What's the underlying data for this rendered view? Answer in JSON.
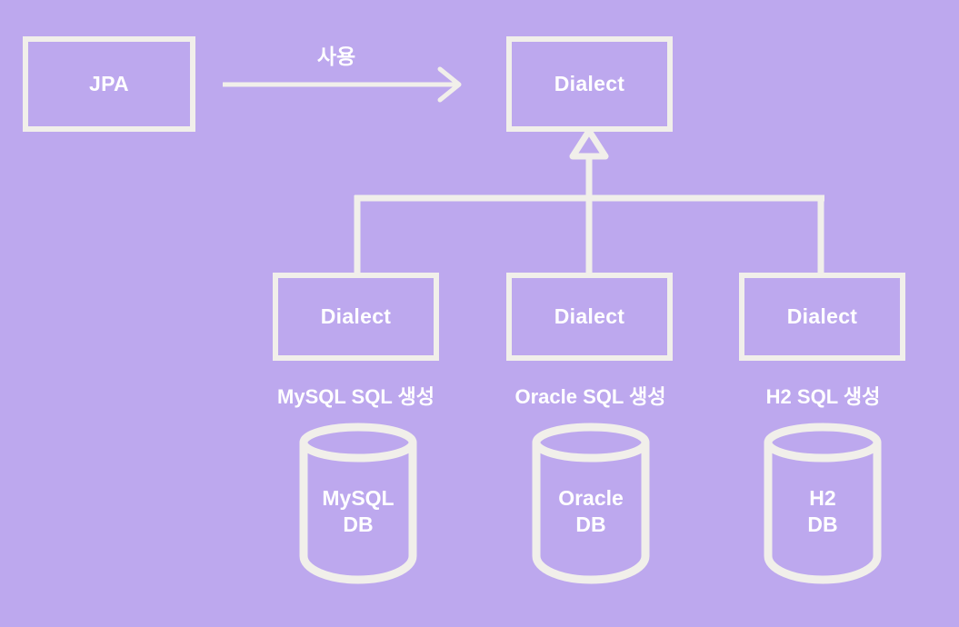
{
  "diagram": {
    "title": "JPA Dialect inheritance diagram",
    "background_color": "#BDA8EE",
    "stroke_color": "#F1EFEA",
    "text_color": "#FFFFFF",
    "nodes": {
      "jpa": {
        "label": "JPA"
      },
      "dialect_root": {
        "label": "Dialect"
      },
      "dialect_mysql": {
        "label": "Dialect"
      },
      "dialect_oracle": {
        "label": "Dialect"
      },
      "dialect_h2": {
        "label": "Dialect"
      }
    },
    "edges": {
      "uses": {
        "label": "사용",
        "style": "open-arrow",
        "from": "jpa",
        "to": "dialect_root"
      },
      "inherit_mysql": {
        "label": "",
        "style": "hollow-triangle",
        "from": "dialect_mysql",
        "to": "dialect_root"
      },
      "inherit_oracle": {
        "label": "",
        "style": "hollow-triangle",
        "from": "dialect_oracle",
        "to": "dialect_root"
      },
      "inherit_h2": {
        "label": "",
        "style": "hollow-triangle",
        "from": "dialect_h2",
        "to": "dialect_root"
      }
    },
    "captions": {
      "mysql": "MySQL SQL 생성",
      "oracle": "Oracle SQL 생성",
      "h2": "H2 SQL 생성"
    },
    "databases": {
      "mysql": {
        "line1": "MySQL",
        "line2": "DB"
      },
      "oracle": {
        "line1": "Oracle",
        "line2": "DB"
      },
      "h2": {
        "line1": "H2",
        "line2": "DB"
      }
    }
  }
}
